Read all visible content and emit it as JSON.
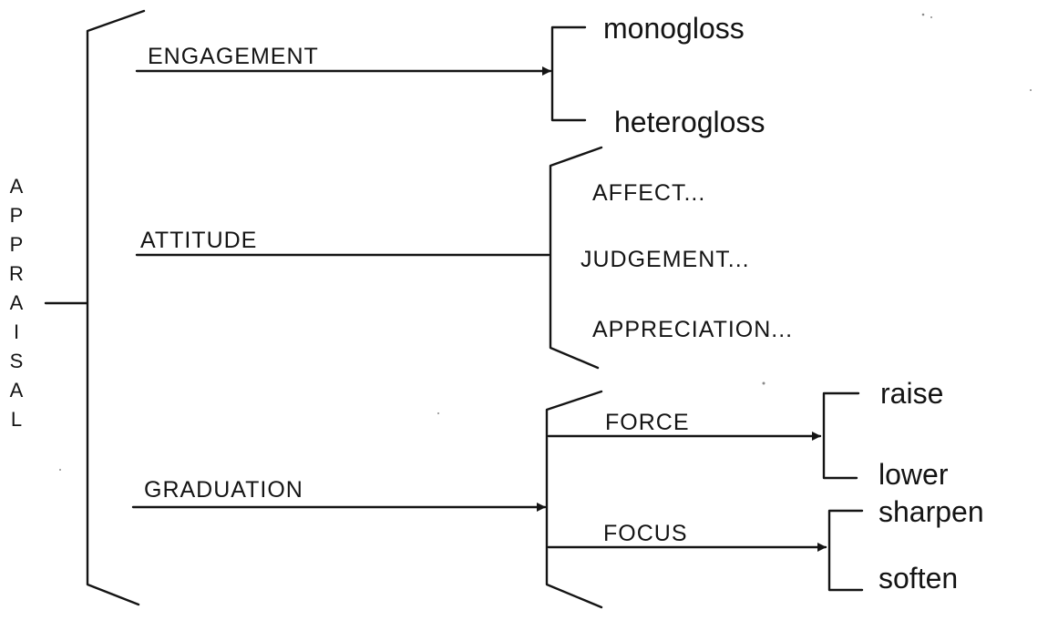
{
  "root": {
    "label": "APPRAISAL"
  },
  "systems": {
    "engagement": {
      "label": "ENGAGEMENT",
      "options": [
        "monogloss",
        "heterogloss"
      ]
    },
    "attitude": {
      "label": "ATTITUDE",
      "options": [
        "AFFECT...",
        "JUDGEMENT...",
        "APPRECIATION..."
      ]
    },
    "graduation": {
      "label": "GRADUATION",
      "subsystems": {
        "force": {
          "label": "FORCE",
          "options": [
            "raise",
            "lower"
          ]
        },
        "focus": {
          "label": "FOCUS",
          "options": [
            "sharpen",
            "soften"
          ]
        }
      }
    }
  }
}
